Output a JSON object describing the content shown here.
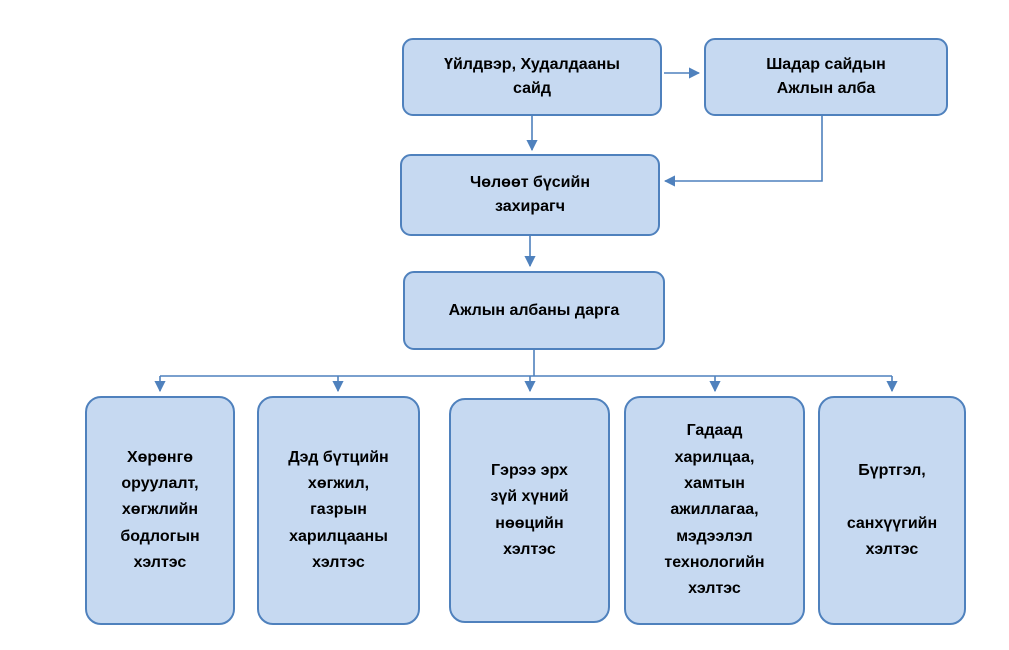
{
  "diagram": {
    "type": "org-chart",
    "colors": {
      "box_fill": "#c6d9f1",
      "box_border": "#4f81bd",
      "connector": "#4f81bd",
      "text": "#000000",
      "background": "#ffffff"
    },
    "nodes": {
      "minister": {
        "label": "Үйлдвэр, Худалдааны\nсайд"
      },
      "deputy_office": {
        "label": "Шадар сайдын\nАжлын алба"
      },
      "zone_governor": {
        "label": "Чөлөөт бүсийн\nзахирагч"
      },
      "office_head": {
        "label": "Ажлын албаны дарга"
      },
      "departments": [
        {
          "label": "Хөрөнгө\nоруулалт,\nхөгжлийн\nбодлогын\nхэлтэс"
        },
        {
          "label": "Дэд бүтцийн\nхөгжил,\nгазрын\nхарилцааны\nхэлтэс"
        },
        {
          "label": "Гэрээ эрх\nзүй хүний\nнөөцийн\nхэлтэс"
        },
        {
          "label": "Гадаад\nхарилцаа,\nхамтын\nажиллагаа,\nмэдээлэл\nтехнологийн\nхэлтэс"
        },
        {
          "label": "Бүртгэл,\n\nсанхүүгийн\nхэлтэс"
        }
      ]
    }
  }
}
